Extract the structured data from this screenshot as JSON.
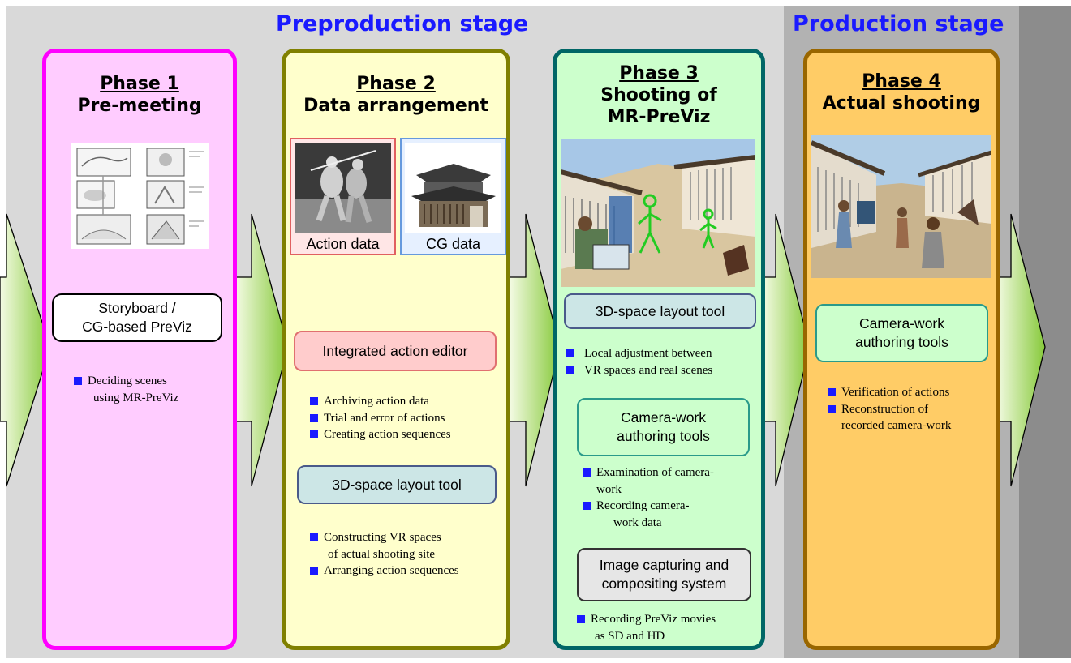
{
  "stages": {
    "preproduction": "Preproduction stage",
    "production": "Production stage"
  },
  "phases": [
    {
      "number": "Phase 1",
      "title": "Pre-meeting",
      "tools": [
        {
          "lines": [
            "Storyboard /",
            "CG-based PreViz"
          ]
        }
      ],
      "bullets": [
        [
          "Deciding scenes",
          "using MR-PreViz"
        ]
      ]
    },
    {
      "number": "Phase 2",
      "title": "Data arrangement",
      "captions": [
        "Action data",
        "CG data"
      ],
      "tools": [
        {
          "lines": [
            "Integrated action editor"
          ]
        },
        {
          "lines": [
            "3D-space layout tool"
          ]
        }
      ],
      "bullets_a": [
        [
          "Archiving action data"
        ],
        [
          "Trial and error of  actions"
        ],
        [
          "Creating action sequences"
        ]
      ],
      "bullets_b": [
        [
          "Constructing VR spaces",
          "of actual shooting site"
        ],
        [
          "Arranging action sequences"
        ]
      ]
    },
    {
      "number": "Phase 3",
      "title_lines": [
        "Shooting of",
        "MR-PreViz"
      ],
      "tools": [
        {
          "lines": [
            "3D-space layout tool"
          ]
        },
        {
          "lines": [
            "Camera-work",
            "authoring tools"
          ]
        },
        {
          "lines": [
            "Image capturing and",
            "compositing system"
          ]
        }
      ],
      "bullets_a": [
        [
          "Local adjustment between"
        ],
        [
          "VR spaces and real scenes"
        ]
      ],
      "bullets_b": [
        [
          "Examination of camera-",
          "work"
        ],
        [
          "Recording camera-",
          "work data"
        ]
      ],
      "bullets_c": [
        [
          "Recording PreViz movies",
          "as SD and HD"
        ]
      ]
    },
    {
      "number": "Phase 4",
      "title": "Actual shooting",
      "tools": [
        {
          "lines": [
            "Camera-work",
            "authoring tools"
          ]
        }
      ],
      "bullets": [
        [
          "Verification of actions"
        ],
        [
          "Reconstruction of",
          "recorded camera-work"
        ]
      ]
    }
  ],
  "colors": {
    "phase1_fill": "#ffccff",
    "phase1_border": "#ff00ff",
    "phase2_fill": "#ffffcc",
    "phase2_border": "#808000",
    "phase3_fill": "#ccffcc",
    "phase3_border": "#006666",
    "phase4_fill": "#ffcc66",
    "phase4_border": "#996600",
    "arrow_light": "#f2fbe0",
    "arrow_dark": "#8fcf3d",
    "bullet": "#1a1aff"
  }
}
